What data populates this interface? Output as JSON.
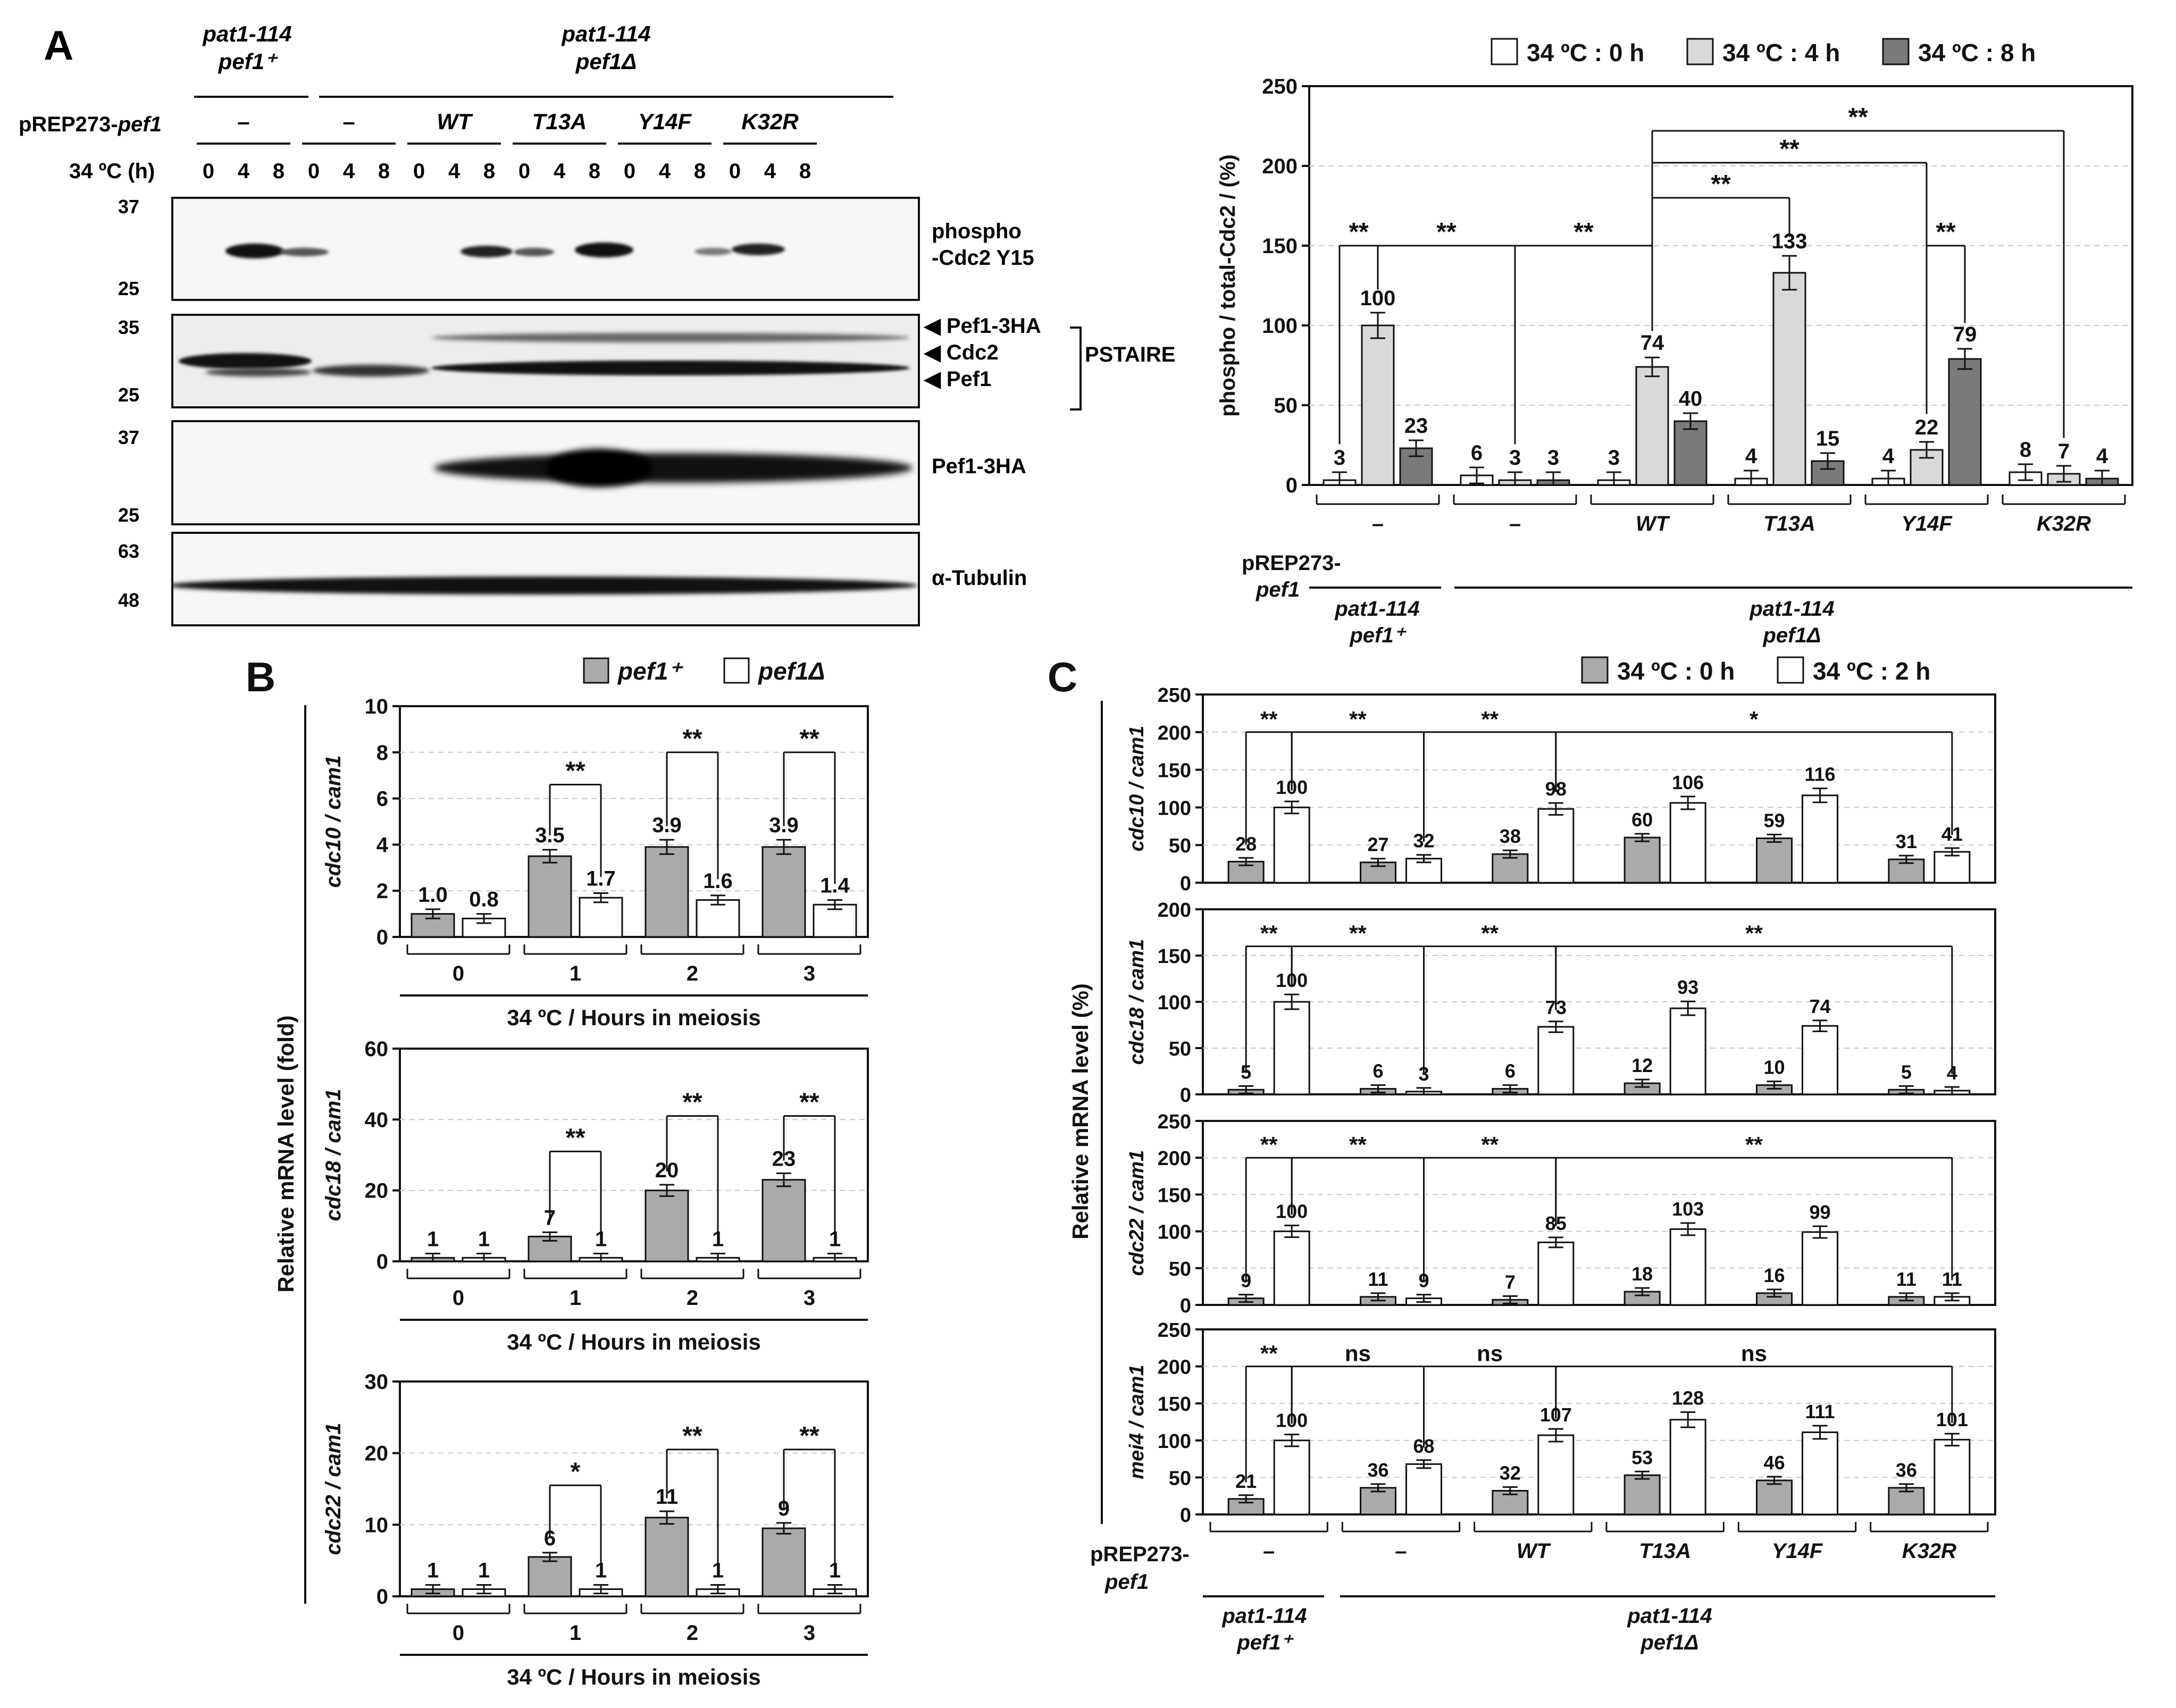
{
  "panel_letters": {
    "a": "A",
    "b": "B",
    "c": "C"
  },
  "blot": {
    "top_groups": [
      {
        "line1": "pat1-114",
        "line2": "pef1⁺"
      },
      {
        "line1": "pat1-114",
        "line2": "pef1Δ"
      }
    ],
    "plasmid_label": "pREP273-pef1",
    "plasmid_label_prefix": "pREP273-",
    "plasmid_label_gene": "pef1",
    "constructs": [
      "–",
      "–",
      "WT",
      "T13A",
      "Y14F",
      "K32R"
    ],
    "temp_label": "34 ºC (h)",
    "times": [
      "0",
      "4",
      "8",
      "0",
      "4",
      "8",
      "0",
      "4",
      "8",
      "0",
      "4",
      "8",
      "0",
      "4",
      "8",
      "0",
      "4",
      "8"
    ],
    "panels": [
      {
        "mw": [
          "37",
          "25"
        ],
        "labels": [
          "phospho",
          "-Cdc2 Y15"
        ]
      },
      {
        "mw": [
          "35",
          "25"
        ],
        "labels": [
          "Pef1-3HA",
          "Cdc2",
          "Pef1"
        ],
        "bracket_label": "PSTAIRE"
      },
      {
        "mw": [
          "37",
          "25"
        ],
        "labels": [
          "Pef1-3HA"
        ]
      },
      {
        "mw": [
          "63",
          "48"
        ],
        "labels": [
          "α-Tubulin"
        ]
      }
    ]
  },
  "chart_data": [
    {
      "id": "A-quant",
      "type": "bar",
      "ylabel": "phospho / total-Cdc2 / (%)",
      "ylim": [
        0,
        250
      ],
      "yticks": [
        0,
        50,
        100,
        150,
        200,
        250
      ],
      "grid": true,
      "legend_position": "top",
      "series": [
        {
          "name": "34 ºC : 0 h",
          "color": "#ffffff",
          "values": [
            3,
            6,
            3,
            4,
            4,
            8
          ],
          "labels": [
            "3",
            "6",
            "3",
            "4",
            "4",
            "8"
          ]
        },
        {
          "name": "34 ºC : 4 h",
          "color": "#d9d9d9",
          "values": [
            100,
            3,
            74,
            133,
            22,
            7
          ],
          "labels": [
            "100",
            "3",
            "74",
            "133",
            "22",
            "7"
          ]
        },
        {
          "name": "34 ºC : 8 h",
          "color": "#7a7a7a",
          "values": [
            23,
            3,
            40,
            15,
            79,
            4
          ],
          "labels": [
            "23",
            "3",
            "40",
            "15",
            "79",
            "4"
          ]
        }
      ],
      "categories": [
        "–",
        "–",
        "WT",
        "T13A",
        "Y14F",
        "K32R"
      ],
      "strain_label": "pREP273-",
      "strain_label2": "pef1",
      "strain_groups": [
        {
          "line1": "pat1-114",
          "line2": "pef1⁺"
        },
        {
          "line1": "pat1-114",
          "line2": "pef1Δ"
        }
      ],
      "significance": [
        {
          "label": "**",
          "from": [
            0,
            0
          ],
          "to": [
            0,
            1
          ],
          "y": 150
        },
        {
          "label": "**",
          "from": [
            0,
            1
          ],
          "to": [
            1,
            1
          ],
          "y": 150
        },
        {
          "label": "**",
          "from": [
            1,
            1
          ],
          "to": [
            2,
            1
          ],
          "y": 150
        },
        {
          "label": "**",
          "from": [
            2,
            1
          ],
          "to": [
            3,
            1
          ],
          "y": 180
        },
        {
          "label": "**",
          "from": [
            2,
            1
          ],
          "to": [
            4,
            1
          ],
          "y": 202
        },
        {
          "label": "**",
          "from": [
            2,
            1
          ],
          "to": [
            5,
            1
          ],
          "y": 222
        },
        {
          "label": "**",
          "from": [
            4,
            1
          ],
          "to": [
            4,
            2
          ],
          "y": 150
        }
      ]
    },
    {
      "id": "B-cdc10",
      "type": "bar",
      "ylabel": "cdc10 / cam1",
      "ylim": [
        0,
        10
      ],
      "yticks": [
        0,
        2,
        4,
        6,
        8,
        10
      ],
      "grid": true,
      "legend_position": "top",
      "categories": [
        "0",
        "1",
        "2",
        "3"
      ],
      "xlabel": "34 ºC / Hours in meiosis",
      "series": [
        {
          "name": "pef1⁺",
          "color": "#aaaaaa",
          "values": [
            1.0,
            3.5,
            3.9,
            3.9
          ],
          "labels": [
            "1.0",
            "3.5",
            "3.9",
            "3.9"
          ]
        },
        {
          "name": "pef1Δ",
          "color": "#ffffff",
          "values": [
            0.8,
            1.7,
            1.6,
            1.4
          ],
          "labels": [
            "0.8",
            "1.7",
            "1.6",
            "1.4"
          ]
        }
      ],
      "significance": [
        {
          "label": "**",
          "from": [
            1,
            0
          ],
          "to": [
            1,
            1
          ],
          "y": 6.6
        },
        {
          "label": "**",
          "from": [
            2,
            0
          ],
          "to": [
            2,
            1
          ],
          "y": 8
        },
        {
          "label": "**",
          "from": [
            3,
            0
          ],
          "to": [
            3,
            1
          ],
          "y": 8
        }
      ]
    },
    {
      "id": "B-cdc18",
      "type": "bar",
      "ylabel": "cdc18 / cam1",
      "ylim": [
        0,
        60
      ],
      "yticks": [
        0,
        20,
        40,
        60
      ],
      "grid": true,
      "categories": [
        "0",
        "1",
        "2",
        "3"
      ],
      "xlabel": "34 ºC / Hours in meiosis",
      "series": [
        {
          "name": "pef1⁺",
          "color": "#aaaaaa",
          "values": [
            1,
            7,
            20,
            23
          ],
          "labels": [
            "1",
            "7",
            "20",
            "23"
          ]
        },
        {
          "name": "pef1Δ",
          "color": "#ffffff",
          "values": [
            1,
            1,
            1,
            1
          ],
          "labels": [
            "1",
            "1",
            "1",
            "1"
          ]
        }
      ],
      "significance": [
        {
          "label": "**",
          "from": [
            1,
            0
          ],
          "to": [
            1,
            1
          ],
          "y": 31
        },
        {
          "label": "**",
          "from": [
            2,
            0
          ],
          "to": [
            2,
            1
          ],
          "y": 41
        },
        {
          "label": "**",
          "from": [
            3,
            0
          ],
          "to": [
            3,
            1
          ],
          "y": 41
        }
      ]
    },
    {
      "id": "B-cdc22",
      "type": "bar",
      "ylabel": "cdc22 / cam1",
      "ylim": [
        0,
        30
      ],
      "yticks": [
        0,
        10,
        20,
        30
      ],
      "grid": true,
      "categories": [
        "0",
        "1",
        "2",
        "3"
      ],
      "xlabel": "34 ºC / Hours in meiosis",
      "series": [
        {
          "name": "pef1⁺",
          "color": "#aaaaaa",
          "values": [
            1,
            5.5,
            11,
            9.5
          ],
          "labels": [
            "1",
            "6",
            "11",
            "9"
          ]
        },
        {
          "name": "pef1Δ",
          "color": "#ffffff",
          "values": [
            1,
            1,
            1,
            1
          ],
          "labels": [
            "1",
            "1",
            "1",
            "1"
          ]
        }
      ],
      "significance": [
        {
          "label": "*",
          "from": [
            1,
            0
          ],
          "to": [
            1,
            1
          ],
          "y": 15.5
        },
        {
          "label": "**",
          "from": [
            2,
            0
          ],
          "to": [
            2,
            1
          ],
          "y": 20.5
        },
        {
          "label": "**",
          "from": [
            3,
            0
          ],
          "to": [
            3,
            1
          ],
          "y": 20.5
        }
      ]
    },
    {
      "id": "C-cdc10",
      "type": "bar",
      "ylabel": "cdc10 / cam1",
      "ylim": [
        0,
        250
      ],
      "yticks": [
        0,
        50,
        100,
        150,
        200,
        250
      ],
      "grid": true,
      "legend_position": "top",
      "categories": [
        "–",
        "–",
        "WT",
        "T13A",
        "Y14F",
        "K32R"
      ],
      "series": [
        {
          "name": "34 ºC : 0 h",
          "color": "#aaaaaa",
          "values": [
            28,
            27,
            38,
            60,
            59,
            31
          ],
          "labels": [
            "28",
            "27",
            "38",
            "60",
            "59",
            "31"
          ]
        },
        {
          "name": "34 ºC : 2 h",
          "color": "#ffffff",
          "values": [
            100,
            32,
            98,
            106,
            116,
            41
          ],
          "labels": [
            "100",
            "32",
            "98",
            "106",
            "116",
            "41"
          ]
        }
      ],
      "significance": [
        {
          "label": "**",
          "from": [
            0,
            0
          ],
          "to": [
            0,
            1
          ],
          "y": 200
        },
        {
          "label": "**",
          "from": [
            0,
            1
          ],
          "to": [
            1,
            1
          ],
          "y": 200
        },
        {
          "label": "**",
          "from": [
            1,
            1
          ],
          "to": [
            2,
            1
          ],
          "y": 200
        },
        {
          "label": "*",
          "from": [
            2,
            1
          ],
          "to": [
            5,
            1
          ],
          "y": 200
        }
      ]
    },
    {
      "id": "C-cdc18",
      "type": "bar",
      "ylabel": "cdc18 / cam1",
      "ylim": [
        0,
        200
      ],
      "yticks": [
        0,
        50,
        100,
        150,
        200
      ],
      "grid": true,
      "categories": [
        "–",
        "–",
        "WT",
        "T13A",
        "Y14F",
        "K32R"
      ],
      "series": [
        {
          "name": "34 ºC : 0 h",
          "color": "#aaaaaa",
          "values": [
            5,
            6,
            6,
            12,
            10,
            5
          ],
          "labels": [
            "5",
            "6",
            "6",
            "12",
            "10",
            "5"
          ]
        },
        {
          "name": "34 ºC : 2 h",
          "color": "#ffffff",
          "values": [
            100,
            3,
            73,
            93,
            74,
            4
          ],
          "labels": [
            "100",
            "3",
            "73",
            "93",
            "74",
            "4"
          ]
        }
      ],
      "significance": [
        {
          "label": "**",
          "from": [
            0,
            0
          ],
          "to": [
            0,
            1
          ],
          "y": 160
        },
        {
          "label": "**",
          "from": [
            0,
            1
          ],
          "to": [
            1,
            1
          ],
          "y": 160
        },
        {
          "label": "**",
          "from": [
            1,
            1
          ],
          "to": [
            2,
            1
          ],
          "y": 160
        },
        {
          "label": "**",
          "from": [
            2,
            1
          ],
          "to": [
            5,
            1
          ],
          "y": 160
        }
      ]
    },
    {
      "id": "C-cdc22",
      "type": "bar",
      "ylabel": "cdc22 / cam1",
      "ylim": [
        0,
        250
      ],
      "yticks": [
        0,
        50,
        100,
        150,
        200,
        250
      ],
      "grid": true,
      "categories": [
        "–",
        "–",
        "WT",
        "T13A",
        "Y14F",
        "K32R"
      ],
      "series": [
        {
          "name": "34 ºC : 0 h",
          "color": "#aaaaaa",
          "values": [
            9,
            11,
            7,
            18,
            16,
            11
          ],
          "labels": [
            "9",
            "11",
            "7",
            "18",
            "16",
            "11"
          ]
        },
        {
          "name": "34 ºC : 2 h",
          "color": "#ffffff",
          "values": [
            100,
            9,
            85,
            103,
            99,
            11
          ],
          "labels": [
            "100",
            "9",
            "85",
            "103",
            "99",
            "11"
          ]
        }
      ],
      "significance": [
        {
          "label": "**",
          "from": [
            0,
            0
          ],
          "to": [
            0,
            1
          ],
          "y": 200
        },
        {
          "label": "**",
          "from": [
            0,
            1
          ],
          "to": [
            1,
            1
          ],
          "y": 200
        },
        {
          "label": "**",
          "from": [
            1,
            1
          ],
          "to": [
            2,
            1
          ],
          "y": 200
        },
        {
          "label": "**",
          "from": [
            2,
            1
          ],
          "to": [
            5,
            1
          ],
          "y": 200
        }
      ]
    },
    {
      "id": "C-mei4",
      "type": "bar",
      "ylabel": "mei4 / cam1",
      "ylim": [
        0,
        250
      ],
      "yticks": [
        0,
        50,
        100,
        150,
        200,
        250
      ],
      "grid": true,
      "categories": [
        "–",
        "–",
        "WT",
        "T13A",
        "Y14F",
        "K32R"
      ],
      "series": [
        {
          "name": "34 ºC : 0 h",
          "color": "#aaaaaa",
          "values": [
            21,
            36,
            32,
            53,
            46,
            36
          ],
          "labels": [
            "21",
            "36",
            "32",
            "53",
            "46",
            "36"
          ]
        },
        {
          "name": "34 ºC : 2 h",
          "color": "#ffffff",
          "values": [
            100,
            68,
            107,
            128,
            111,
            101
          ],
          "labels": [
            "100",
            "68",
            "107",
            "128",
            "111",
            "101"
          ]
        }
      ],
      "significance": [
        {
          "label": "**",
          "from": [
            0,
            0
          ],
          "to": [
            0,
            1
          ],
          "y": 200
        },
        {
          "label": "ns",
          "from": [
            0,
            1
          ],
          "to": [
            1,
            1
          ],
          "y": 200
        },
        {
          "label": "ns",
          "from": [
            1,
            1
          ],
          "to": [
            2,
            1
          ],
          "y": 200
        },
        {
          "label": "ns",
          "from": [
            2,
            1
          ],
          "to": [
            5,
            1
          ],
          "y": 200
        }
      ]
    }
  ],
  "panel_b": {
    "ylabel": "Relative mRNA level (fold)"
  },
  "panel_c": {
    "ylabel": "Relative mRNA level (%)",
    "strain_label": "pREP273-",
    "strain_label2": "pef1",
    "strain_groups": [
      {
        "line1": "pat1-114",
        "line2": "pef1⁺"
      },
      {
        "line1": "pat1-114",
        "line2": "pef1Δ"
      }
    ]
  }
}
